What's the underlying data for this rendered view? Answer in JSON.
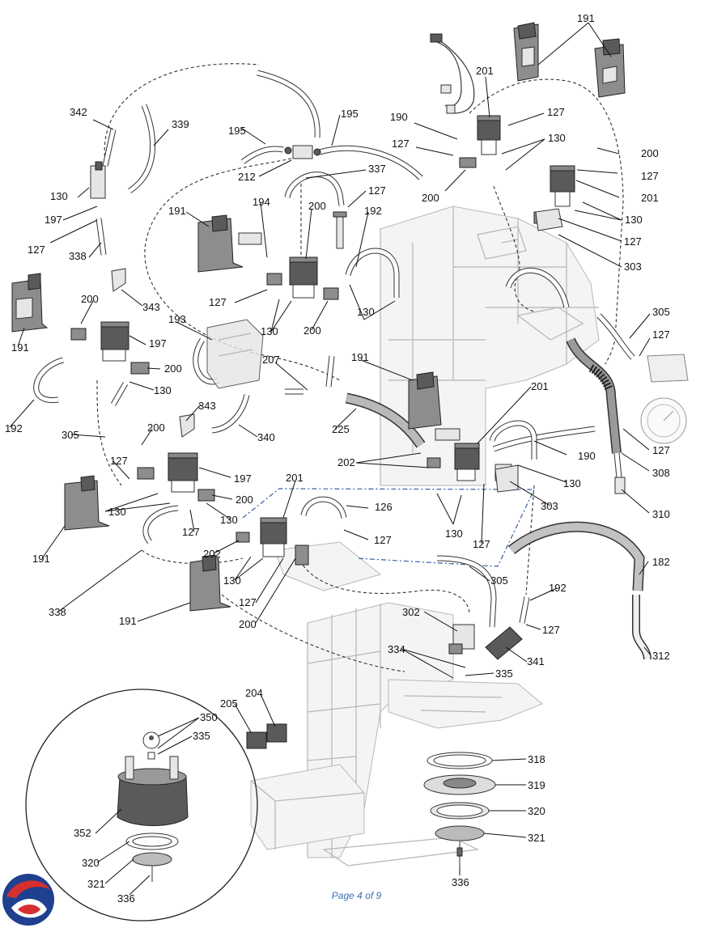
{
  "footer": {
    "page_text": "Page 4 of 9"
  },
  "logo": {
    "name": "brand-logo",
    "colors": [
      "#1f3f8f",
      "#d62f2f"
    ]
  },
  "callouts": [
    "191",
    "201",
    "127",
    "190",
    "130",
    "127",
    "200",
    "200",
    "127",
    "201",
    "130",
    "342",
    "195",
    "195",
    "339",
    "212",
    "337",
    "127",
    "130",
    "194",
    "200",
    "197",
    "192",
    "191",
    "127",
    "338",
    "127",
    "303",
    "343",
    "127",
    "130",
    "200",
    "305",
    "127",
    "200",
    "191",
    "197",
    "193",
    "191",
    "201",
    "207",
    "130",
    "200",
    "130",
    "190",
    "225",
    "127",
    "192",
    "343",
    "200",
    "308",
    "340",
    "202",
    "130",
    "305",
    "197",
    "127",
    "310",
    "130",
    "200",
    "303",
    "130",
    "127",
    "130",
    "126",
    "127",
    "201",
    "127",
    "182",
    "191",
    "202",
    "130",
    "305",
    "192",
    "338",
    "127",
    "200",
    "302",
    "127",
    "191",
    "334",
    "341",
    "335",
    "312",
    "204",
    "205",
    "350",
    "335",
    "318",
    "319",
    "320",
    "352",
    "321",
    "320",
    "336",
    "321",
    "336"
  ]
}
